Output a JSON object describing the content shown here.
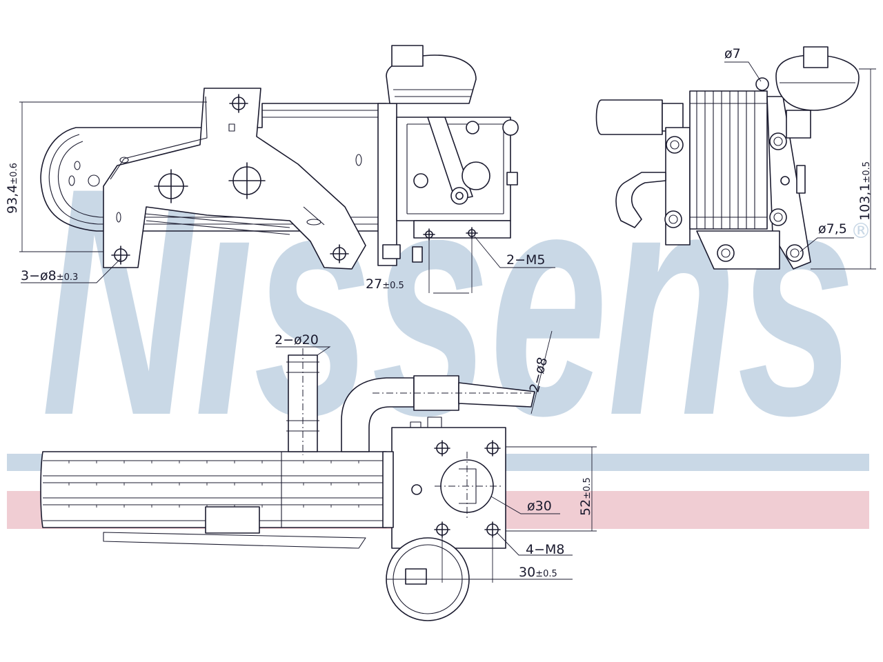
{
  "watermark": {
    "text": "Nissens",
    "registered": "®",
    "colors": {
      "blue": "#c9d8e6",
      "red": "#f0cdd3",
      "line": "#1a1a2e"
    }
  },
  "dimensions": {
    "height_left": "93,4",
    "height_left_tol": "±0.6",
    "holes_left": "3−ø8",
    "holes_left_tol": "±0.3",
    "spacing_27": "27",
    "spacing_27_tol": "±0.5",
    "thread_m5": "2−M5",
    "hole_d7": "ø7",
    "height_right": "103,1",
    "height_right_tol": "±0.5",
    "hole_d7_5": "ø7,5",
    "pipe_d20": "2−ø20",
    "pipe_d8": "2−ø8",
    "height_52": "52",
    "height_52_tol": "±0.5",
    "bore_d30": "ø30",
    "thread_m8": "4−M8",
    "spacing_30": "30",
    "spacing_30_tol": "±0.5"
  }
}
